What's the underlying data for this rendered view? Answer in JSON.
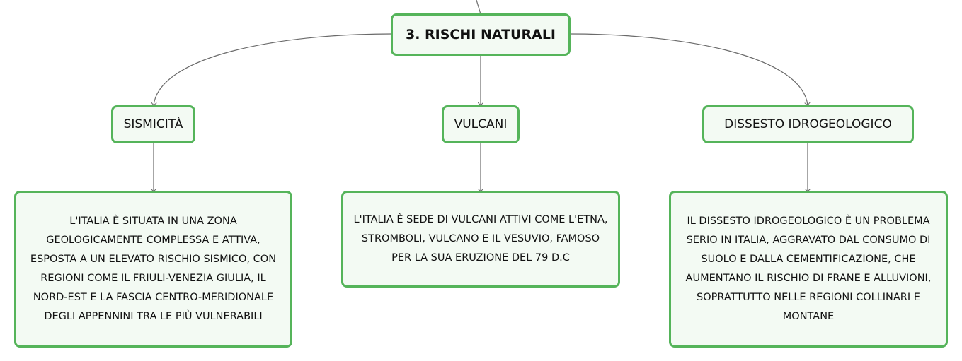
{
  "root": {
    "label": "3. RISCHI NATURALI"
  },
  "branches": [
    {
      "label": "SISMICITÀ",
      "detail": "L'ITALIA È SITUATA IN UNA ZONA GEOLOGICAMENTE COMPLESSA E ATTIVA, ESPOSTA A UN ELEVATO RISCHIO SISMICO, CON REGIONI COME IL FRIULI-VENEZIA GIULIA, IL NORD-EST E LA FASCIA CENTRO-MERIDIONALE DEGLI APPENNINI TRA LE PIÙ VULNERABILI"
    },
    {
      "label": "VULCANI",
      "detail": "L'ITALIA È SEDE DI VULCANI ATTIVI COME L'ETNA, STROMBOLI, VULCANO E IL VESUVIO, FAMOSO PER LA SUA ERUZIONE DEL 79 D.C"
    },
    {
      "label": "DISSESTO IDROGEOLOGICO",
      "detail": "IL DISSESTO IDROGEOLOGICO È UN PROBLEMA SERIO IN ITALIA, AGGRAVATO DAL CONSUMO DI SUOLO E DALLA CEMENTIFICAZIONE, CHE AUMENTANO IL RISCHIO DI FRANE E ALLUVIONI, SOPRATTUTTO NELLE REGIONI COLLINARI E MONTANE"
    }
  ],
  "colors": {
    "border": "#55b45a",
    "fill": "#f3faf3",
    "connector": "#6a6a6a"
  }
}
